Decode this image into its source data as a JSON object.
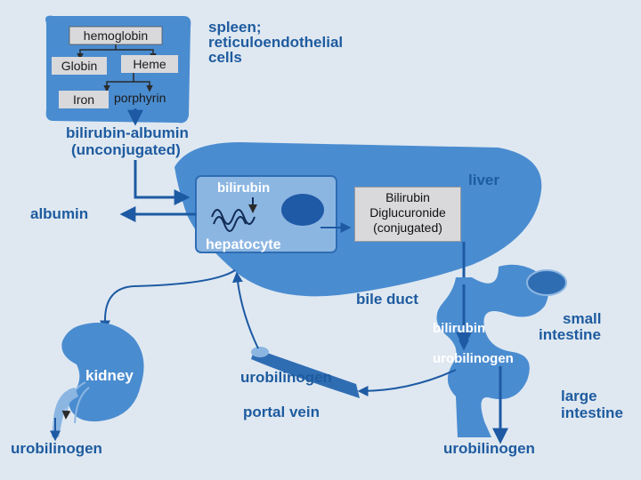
{
  "labels": {
    "hemoglobin": "hemoglobin",
    "globin": "Globin",
    "heme": "Heme",
    "iron": "Iron",
    "porphyrin": "porphyrin",
    "spleen_1": "spleen;",
    "spleen_2": "reticuloendothelial",
    "spleen_3": "cells",
    "bilirubin_albumin": "bilirubin-albumin",
    "unconjugated": "(unconjugated)",
    "albumin": "albumin",
    "bilirubin": "bilirubin",
    "hepatocyte": "hepatocyte",
    "liver": "liver",
    "conj_1": "Bilirubin",
    "conj_2": "Diglucuronide",
    "conj_3": "(conjugated)",
    "bile_duct": "bile duct",
    "bilirubin_intestine": "bilirubin",
    "urobilinogen_intestine": "urobilinogen",
    "small_1": "small",
    "small_2": "intestine",
    "large_1": "large",
    "large_2": "intestine",
    "kidney": "kidney",
    "urobilinogen_portal": "urobilinogen",
    "portal_vein": "portal vein",
    "urobilinogen_kidney": "urobilinogen",
    "urobilinogen_bottom": "urobilinogen"
  },
  "colors": {
    "background": "#dfe8f1",
    "organ": "#4a8cd0",
    "organ_dark": "#2f6db3",
    "arrow": "#1d5aa3",
    "label": "#1e5b9f",
    "overlay_box": "#d9d9dc"
  }
}
